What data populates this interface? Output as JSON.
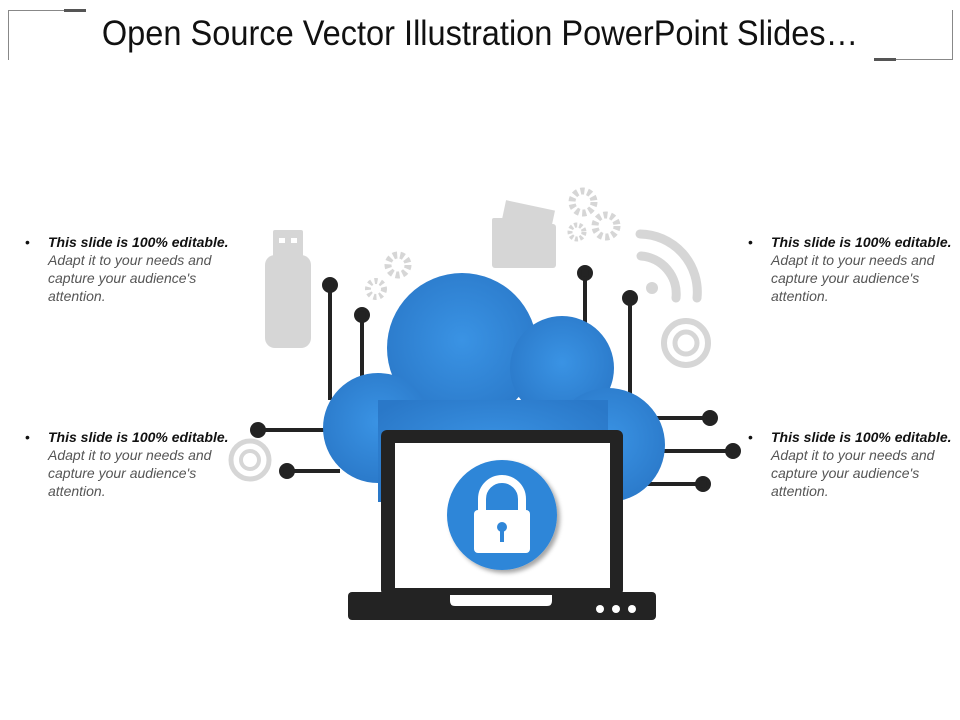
{
  "title": "Open Source Vector Illustration PowerPoint Slides…",
  "notes": [
    {
      "bold": "This slide is 100% editable.",
      "text": " Adapt it to your needs and capture your audience's attention."
    },
    {
      "bold": "This slide is 100% editable.",
      "text": " Adapt it to your needs and capture your audience's attention."
    },
    {
      "bold": "This slide is 100% editable.",
      "text": " Adapt it to your needs and capture your audience's attention."
    },
    {
      "bold": "This slide is 100% editable.",
      "text": " Adapt it to your needs and capture your audience's attention."
    }
  ],
  "bullet": "•",
  "colors": {
    "cloud": "#2f86d8",
    "dark": "#232323",
    "icon_grey": "#d6d6d6"
  },
  "icons": [
    "usb-drive-icon",
    "gears-icon",
    "folder-icon",
    "wifi-icon",
    "target-icon",
    "cloud-icon",
    "laptop-icon",
    "padlock-icon"
  ]
}
